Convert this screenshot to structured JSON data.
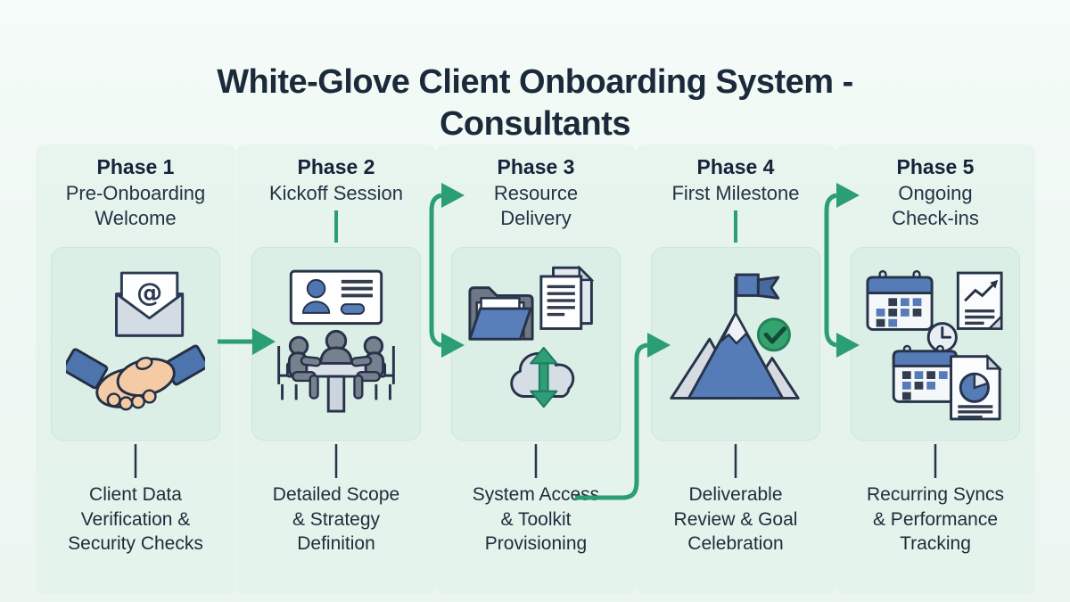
{
  "title": "White-Glove Client Onboarding System -\nConsultants",
  "colors": {
    "background": "#f0f8f4",
    "phase_box_fill": "#dcefe6",
    "arrow_green": "#2b9e76",
    "connector_dark": "#26334a",
    "title_text": "#1b2a3b",
    "icon_blue": "#567cb7",
    "icon_gray": "#76818e",
    "hand_skin": "#f4cba4",
    "check_green": "#34a36f"
  },
  "phases": [
    {
      "label": "Phase 1",
      "name": "Pre-Onboarding\nWelcome",
      "caption": "Client Data\nVerification &\nSecurity Checks",
      "icon": "email-handshake-icon",
      "email_at_symbol": "@"
    },
    {
      "label": "Phase 2",
      "name": "Kickoff Session",
      "caption": "Detailed Scope\n& Strategy\nDefinition",
      "icon": "meeting-presentation-icon"
    },
    {
      "label": "Phase 3",
      "name": "Resource\nDelivery",
      "caption": "System Access\n& Toolkit\nProvisioning",
      "icon": "folder-documents-cloud-icon"
    },
    {
      "label": "Phase 4",
      "name": "First Milestone",
      "caption": "Deliverable\nReview & Goal\nCelebration",
      "icon": "mountain-flag-check-icon"
    },
    {
      "label": "Phase 5",
      "name": "Ongoing\nCheck-ins",
      "caption": "Recurring Syncs\n& Performance\nTracking",
      "icon": "calendars-reports-icon"
    }
  ],
  "flow": [
    {
      "from": "Phase 1",
      "to": "Phase 2",
      "shape": "straight-right-arrow"
    },
    {
      "from": "Phase 2",
      "to": "Phase 3",
      "shape": "vertical-double-right-arrow"
    },
    {
      "from": "Phase 3",
      "to": "Phase 4",
      "shape": "up-and-right-arrow"
    },
    {
      "from": "Phase 4",
      "to": "Phase 5",
      "shape": "vertical-double-right-arrow"
    }
  ]
}
